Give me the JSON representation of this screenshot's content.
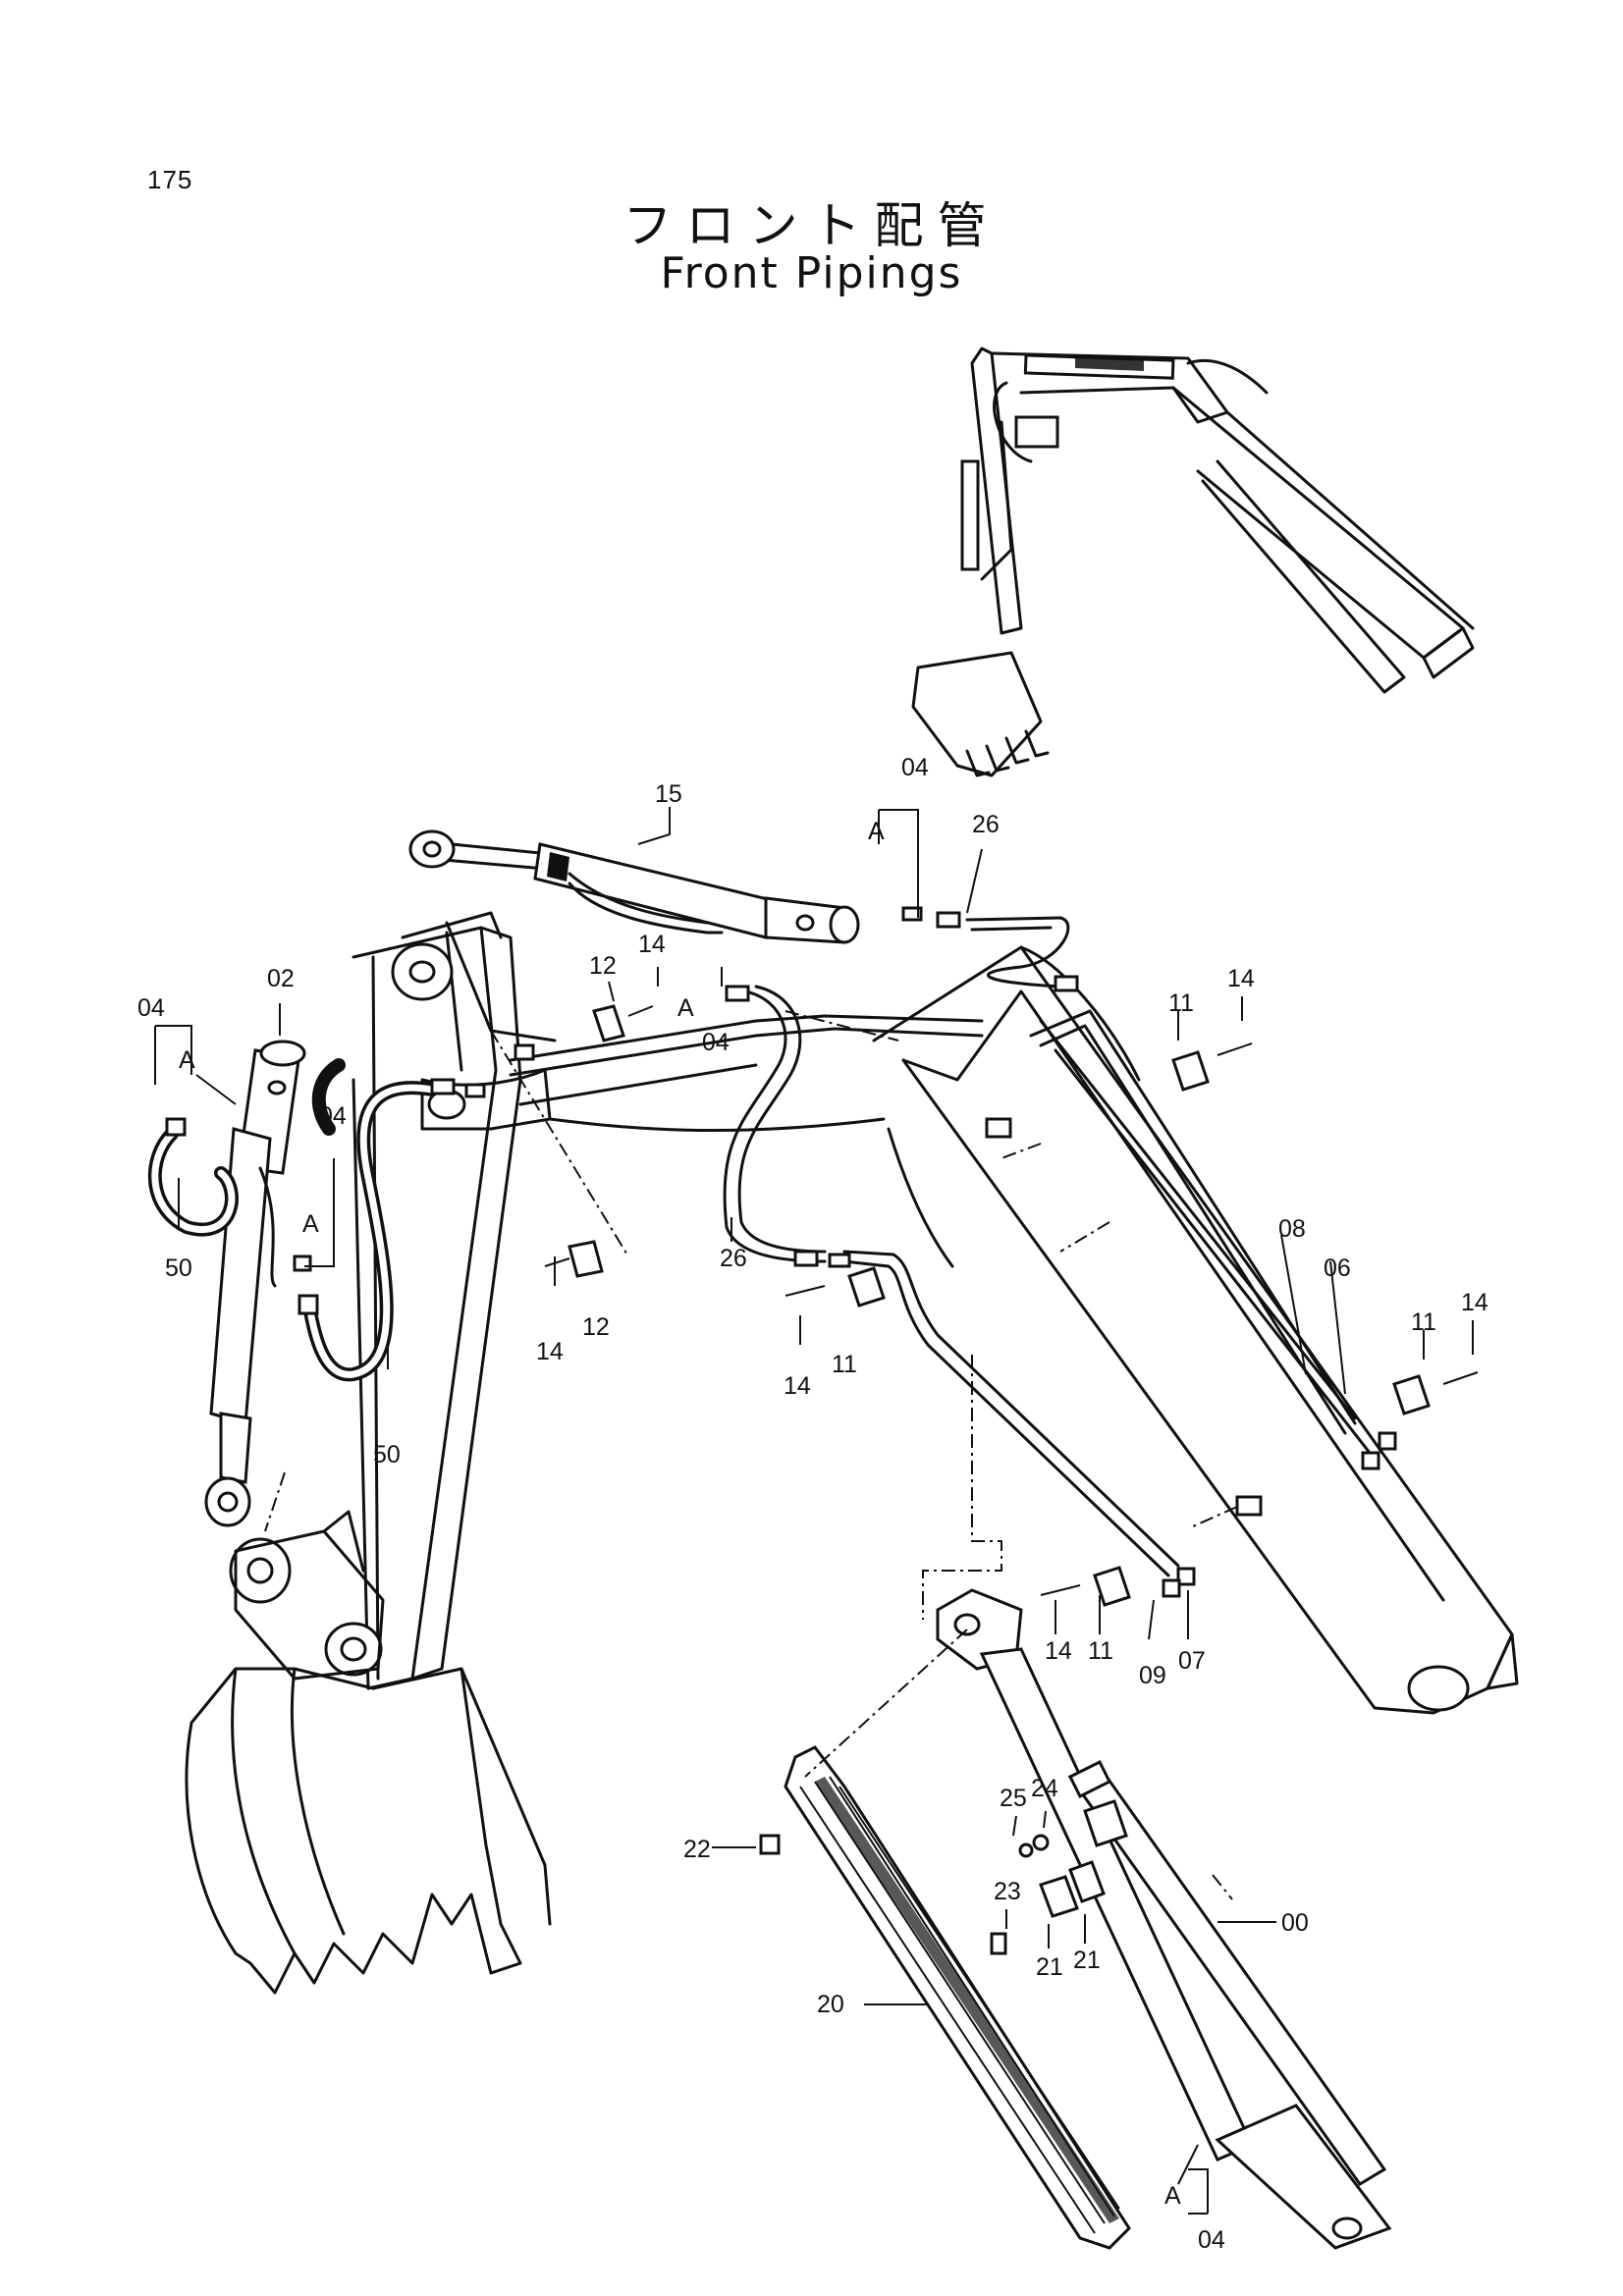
{
  "page_number": "175",
  "title_jp": "フロント配管",
  "title_en": "Front Pipings",
  "callouts": {
    "c15": "15",
    "c04_top": "04",
    "cA_top": "A",
    "c26_top": "26",
    "c14_a": "14",
    "c12_a": "12",
    "cA_mid": "A",
    "c04_mid": "04",
    "c02": "02",
    "c04_left": "04",
    "cA_left": "A",
    "c50_left": "50",
    "c04_l2": "04",
    "cA_l2": "A",
    "c50_mid": "50",
    "c26_mid": "26",
    "c14_b": "14",
    "c12_b": "12",
    "c14_c": "14",
    "c11_c": "11",
    "c11_r": "11",
    "c14_r": "14",
    "c08": "08",
    "c06": "06",
    "c11_rr": "11",
    "c14_rr": "14",
    "c14_d": "14",
    "c11_d": "11",
    "c09": "09",
    "c07": "07",
    "c22": "22",
    "c25": "25",
    "c24": "24",
    "c23": "23",
    "c21_a": "21",
    "c21_b": "21",
    "c20": "20",
    "c00": "00",
    "cA_bot": "A",
    "c04_bot": "04"
  }
}
